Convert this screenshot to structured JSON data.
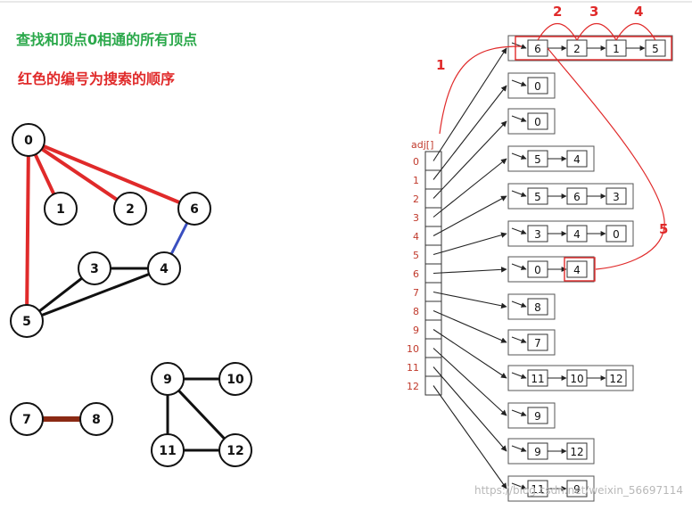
{
  "heading": {
    "title": "查找和顶点0相通的所有顶点",
    "subtitle": "红色的编号为搜索的顺序"
  },
  "graph": {
    "vertices": [
      "0",
      "1",
      "2",
      "3",
      "4",
      "5",
      "6",
      "7",
      "8",
      "9",
      "10",
      "11",
      "12"
    ],
    "edges": [
      {
        "from": "0",
        "to": "1",
        "kind": "search"
      },
      {
        "from": "0",
        "to": "2",
        "kind": "search"
      },
      {
        "from": "0",
        "to": "6",
        "kind": "search"
      },
      {
        "from": "0",
        "to": "5",
        "kind": "search"
      },
      {
        "from": "6",
        "to": "4",
        "kind": "blue"
      },
      {
        "from": "3",
        "to": "4",
        "kind": "normal"
      },
      {
        "from": "3",
        "to": "5",
        "kind": "normal"
      },
      {
        "from": "4",
        "to": "5",
        "kind": "normal"
      },
      {
        "from": "7",
        "to": "8",
        "kind": "brown"
      },
      {
        "from": "9",
        "to": "10",
        "kind": "normal"
      },
      {
        "from": "9",
        "to": "11",
        "kind": "normal"
      },
      {
        "from": "9",
        "to": "12",
        "kind": "normal"
      },
      {
        "from": "11",
        "to": "12",
        "kind": "normal"
      }
    ]
  },
  "adjacency": {
    "label": "adj[]",
    "indices": [
      "0",
      "1",
      "2",
      "3",
      "4",
      "5",
      "6",
      "7",
      "8",
      "9",
      "10",
      "11",
      "12"
    ],
    "lists": [
      [
        "6",
        "2",
        "1",
        "5"
      ],
      [
        "0"
      ],
      [
        "0"
      ],
      [
        "5",
        "4"
      ],
      [
        "5",
        "6",
        "3"
      ],
      [
        "3",
        "4",
        "0"
      ],
      [
        "0",
        "4"
      ],
      [
        "8"
      ],
      [
        "7"
      ],
      [
        "11",
        "10",
        "12"
      ],
      [
        "9"
      ],
      [
        "9",
        "12"
      ],
      [
        "11",
        "9"
      ]
    ]
  },
  "search_order_labels": [
    "1",
    "2",
    "3",
    "4",
    "5"
  ],
  "colors": {
    "heading_green": "#2aa84a",
    "search_red": "#e02a2a",
    "blue_edge": "#3a4fc0",
    "brown_edge": "#8b2a14",
    "index_label": "#c0392b"
  },
  "watermark": "https://blog.csdn.net/weixin_56697114"
}
